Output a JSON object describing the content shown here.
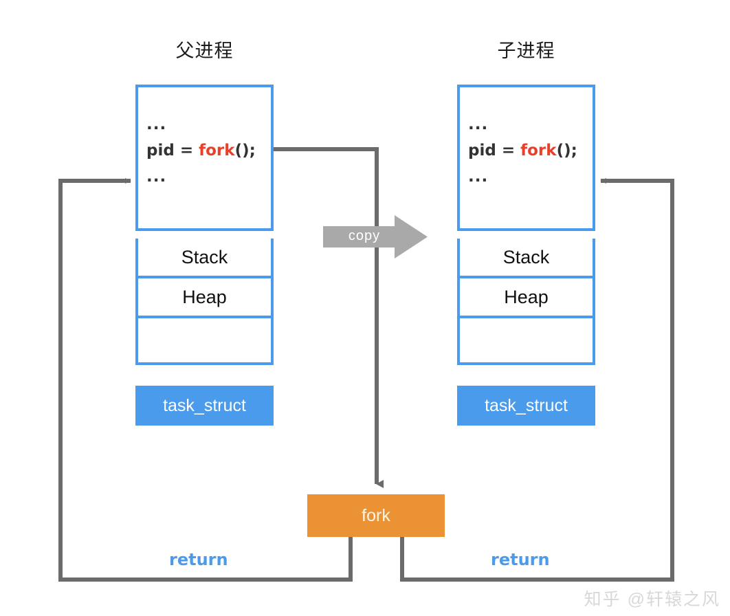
{
  "diagram": {
    "title_parent": "父进程",
    "title_child": "子进程",
    "copy_label": "copy",
    "fork_label": "fork",
    "watermark": "知乎 @轩辕之风"
  },
  "parent": {
    "code": {
      "line1": "...",
      "line2_prefix": "pid = ",
      "line2_fn": "fork",
      "line2_suffix": "();",
      "line3": "..."
    },
    "segments": [
      {
        "label": "Stack"
      },
      {
        "label": "Heap"
      },
      {
        "label": ""
      }
    ],
    "task_struct": "task_struct",
    "return_label": "return"
  },
  "child": {
    "code": {
      "line1": "...",
      "line2_prefix": "pid = ",
      "line2_fn": "fork",
      "line2_suffix": "();",
      "line3": "..."
    },
    "segments": [
      {
        "label": "Stack"
      },
      {
        "label": "Heap"
      },
      {
        "label": ""
      }
    ],
    "task_struct": "task_struct",
    "return_label": "return"
  },
  "colors": {
    "box_border_blue": "#4a9bec",
    "task_struct_fill": "#4a9bec",
    "fork_fill": "#eb9234",
    "connector_gray": "#6b6b6b",
    "copy_arrow_gray": "#a9a9a9",
    "code_fork_red": "#e8402a",
    "return_blue": "#4a9bec",
    "background": "#ffffff"
  }
}
